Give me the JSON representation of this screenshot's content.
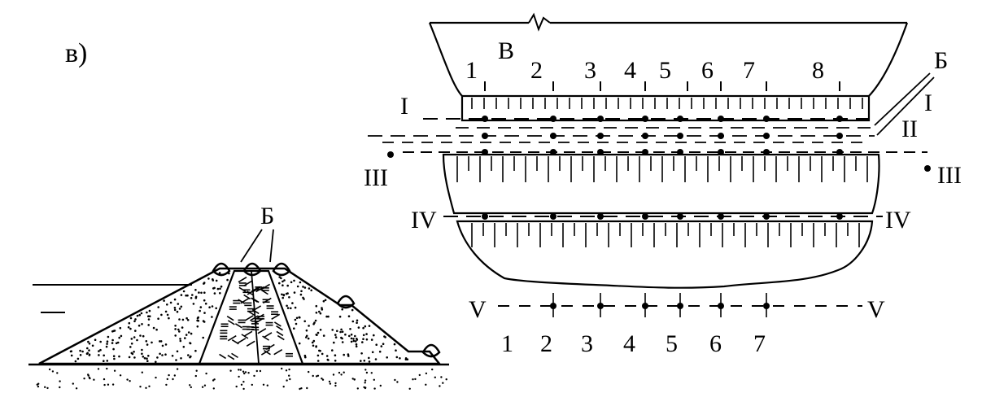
{
  "figure": {
    "panel_label": "в)",
    "section": {
      "label": "Б"
    },
    "plan": {
      "label_top_left": "В",
      "label_top_right": "Б",
      "top_numbers": [
        "1",
        "2",
        "3",
        "4",
        "5",
        "6",
        "7",
        "8"
      ],
      "bottom_numbers": [
        "1",
        "2",
        "3",
        "4",
        "5",
        "6",
        "7"
      ],
      "line_labels": {
        "I_left": "I",
        "I_right": "I",
        "II_right": "II",
        "III_left": "III",
        "III_right": "III",
        "IV_left": "IV",
        "IV_right": "IV",
        "V_left": "V",
        "V_right": "V"
      }
    }
  }
}
